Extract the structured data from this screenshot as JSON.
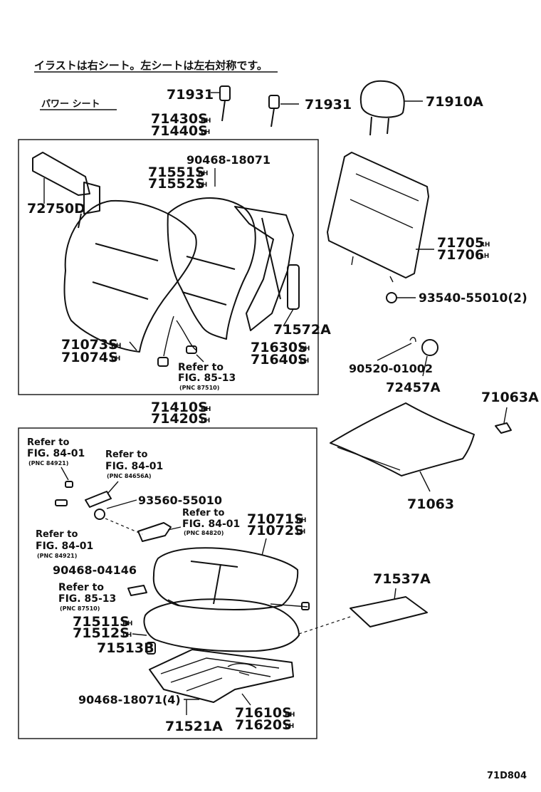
{
  "header": {
    "note": "イラストは右シート。左シートは左右対称です。",
    "subtitle": "パワー シート"
  },
  "footer": {
    "code": "71D804"
  },
  "parts": {
    "p71931a": "71931",
    "p71931b": "71931",
    "p71910A": "71910A",
    "p71430S": "71430S",
    "p71440S": "71440S",
    "p90468_18071a": "90468-18071",
    "p71551S": "71551S",
    "p71552S": "71552S",
    "p72750D": "72750D",
    "p71705": "71705",
    "p71706": "71706",
    "p93540": "93540-55010(2)",
    "p71572A": "71572A",
    "p71073S": "71073S",
    "p71074S": "71074S",
    "p71630S": "71630S",
    "p71640S": "71640S",
    "p90520": "90520-01002",
    "p72457A": "72457A",
    "p71063A": "71063A",
    "p71410S": "71410S",
    "p71420S": "71420S",
    "p71063": "71063",
    "p93560": "93560-55010",
    "p71071S": "71071S",
    "p71072S": "71072S",
    "p90468_04146": "90468-04146",
    "p71537A": "71537A",
    "p71511S": "71511S",
    "p71512S": "71512S",
    "p71513B": "71513B",
    "p90468_18071b": "90468-18071(4)",
    "p71521A": "71521A",
    "p71610S": "71610S",
    "p71620S": "71620S"
  },
  "side_tags": {
    "rh": "RH",
    "lh": "LH"
  },
  "refs": {
    "r_85_13a": {
      "l1": "Refer to",
      "l2": "FIG. 85-13",
      "l3": "(PNC 87510)"
    },
    "r_84_01a": {
      "l1": "Refer to",
      "l2": "FIG. 84-01",
      "l3": "(PNC 84921)"
    },
    "r_84_01b": {
      "l1": "Refer to",
      "l2": "FIG. 84-01",
      "l3": "(PNC 84656A)"
    },
    "r_84_01c": {
      "l1": "Refer to",
      "l2": "FIG. 84-01",
      "l3": "(PNC 84820)"
    },
    "r_84_01d": {
      "l1": "Refer to",
      "l2": "FIG. 84-01",
      "l3": "(PNC 84921)"
    },
    "r_85_13b": {
      "l1": "Refer to",
      "l2": "FIG. 85-13",
      "l3": "(PNC 87510)"
    }
  }
}
